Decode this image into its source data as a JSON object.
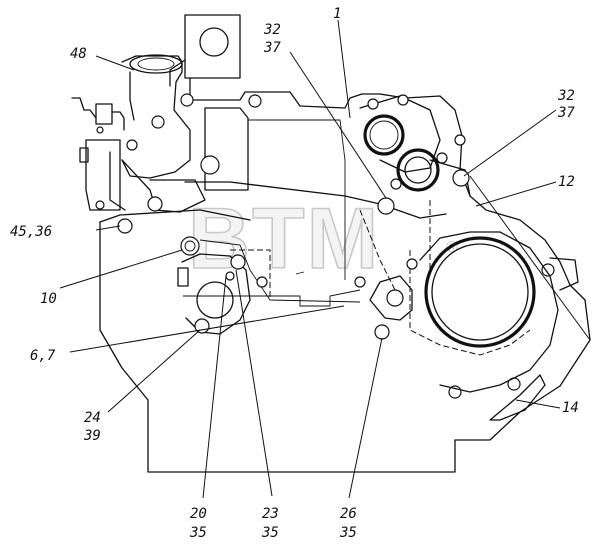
{
  "labels": {
    "l1": "1",
    "l32a": "32",
    "l37a": "37",
    "l48": "48",
    "l32b": "32",
    "l37b": "37",
    "l12": "12",
    "l4536": "45,36",
    "l10": "10",
    "l67": "6,7",
    "l14": "14",
    "l24": "24",
    "l39": "39",
    "l20": "20",
    "l35a": "35",
    "l23": "23",
    "l35b": "35",
    "l26": "26",
    "l35c": "35"
  },
  "watermark": {
    "text": "BTM",
    "mark": "®"
  }
}
